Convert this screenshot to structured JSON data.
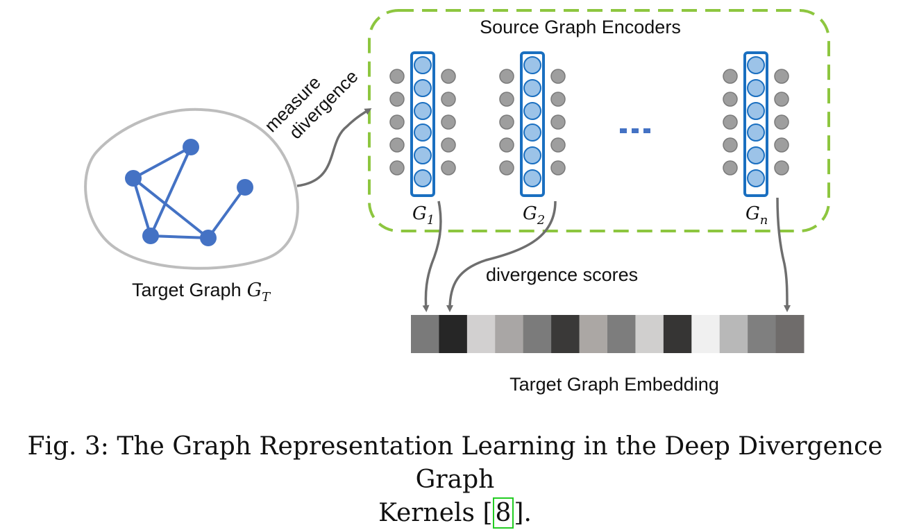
{
  "figure": {
    "encoders_title": "Source Graph Encoders",
    "measure_label_line1": "measure",
    "measure_label_line2": "divergence",
    "target_graph_label": "Target Graph",
    "target_graph_symbol": "G",
    "target_graph_subscript": "T",
    "encoders": [
      {
        "symbol": "G",
        "subscript": "1"
      },
      {
        "symbol": "G",
        "subscript": "2"
      },
      {
        "symbol": "G",
        "subscript": "n"
      }
    ],
    "ellipsis": "...",
    "scores_label": "divergence scores",
    "embedding_label": "Target Graph Embedding",
    "embedding_cells": [
      "#7a7a7a",
      "#262626",
      "#d2d0d0",
      "#a9a6a5",
      "#7b7b7b",
      "#3a3938",
      "#aba7a4",
      "#7d7d7d",
      "#d0cfce",
      "#363534",
      "#f0f0f0",
      "#b8b8b8",
      "#7f7f7f",
      "#6f6c6b"
    ],
    "colors": {
      "green_dash": "#8dc63f",
      "blue_frame": "#1a6fc0",
      "blue_node_fill": "#9cc3e8",
      "graph_blue": "#4472c4",
      "gray_node": "#9e9e9e",
      "arrow_gray": "#6e6e6e"
    }
  },
  "caption": {
    "prefix": "Fig. 3: The Graph Representation Learning in the Deep Divergence Graph",
    "suffix_word": "Kernels",
    "ref_open": "[",
    "ref_number": "8",
    "ref_close": "]."
  }
}
